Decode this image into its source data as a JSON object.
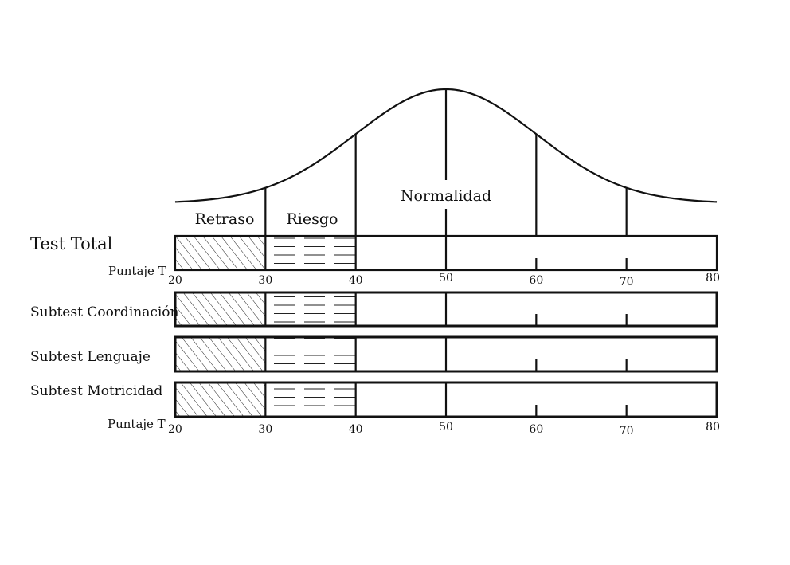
{
  "zones": {
    "retraso": "Retraso",
    "riesgo": "Riesgo",
    "normalidad": "Normalidad"
  },
  "rows": [
    {
      "label": "Test Total"
    },
    {
      "label": "Subtest Coordinación"
    },
    {
      "label": "Subtest Lenguaje"
    },
    {
      "label": "Subtest Motricidad"
    }
  ],
  "score_label": "Puntaje T",
  "score_ticks": [
    "20",
    "30",
    "40",
    "50",
    "60",
    "70",
    "80"
  ]
}
